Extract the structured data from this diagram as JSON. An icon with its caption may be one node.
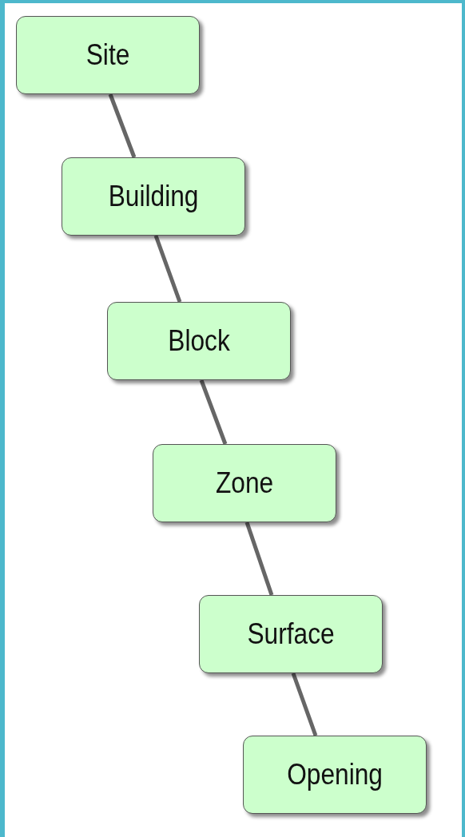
{
  "diagram": {
    "nodes": [
      {
        "text": [
          "Site"
        ]
      },
      {
        "text": [
          "Building"
        ]
      },
      {
        "text": [
          "Block"
        ]
      },
      {
        "text": [
          "Zone"
        ]
      },
      {
        "text": [
          "Surface"
        ]
      },
      {
        "text": [
          "Opening"
        ]
      }
    ],
    "edges": [
      {
        "from": 0,
        "to": 1,
        "arrow": "none"
      },
      {
        "from": 1,
        "to": 2,
        "arrow": "none"
      },
      {
        "from": 2,
        "to": 3,
        "arrow": "none"
      },
      {
        "from": 3,
        "to": 4,
        "arrow": "none"
      },
      {
        "from": 4,
        "to": 5,
        "arrow": "none"
      }
    ]
  }
}
